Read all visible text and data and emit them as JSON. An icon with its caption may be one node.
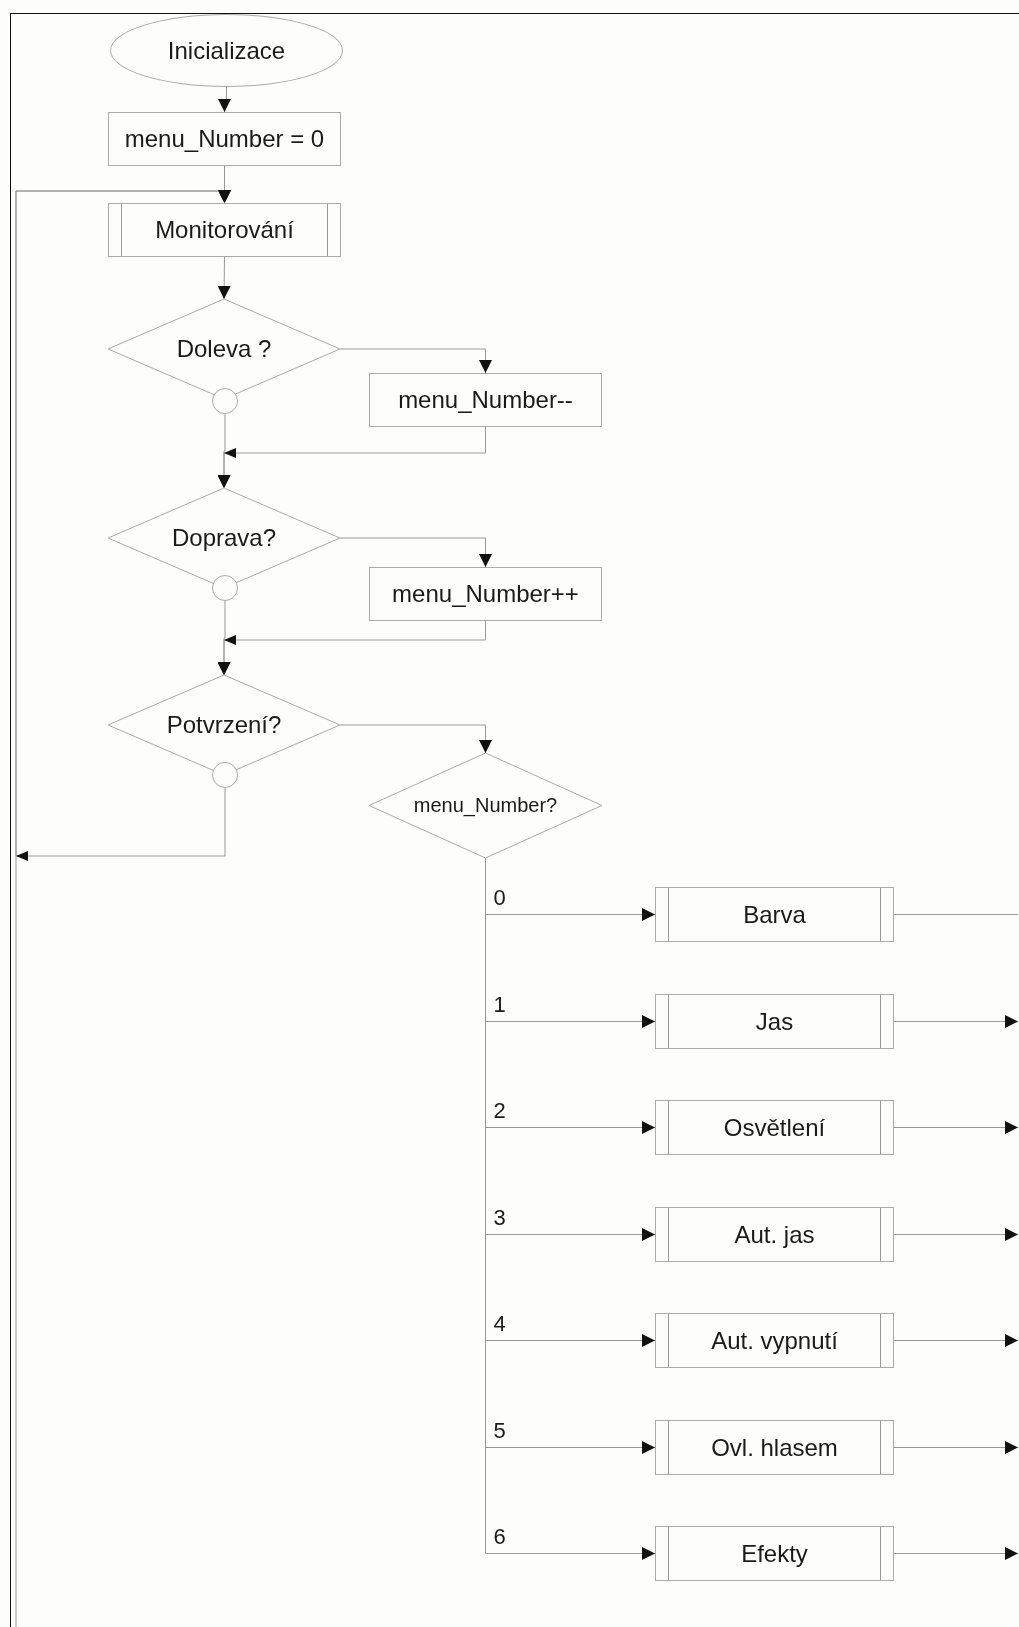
{
  "diagram": {
    "nodes": [
      {
        "text": [
          "Inicializace"
        ]
      },
      {
        "text": [
          "menu_Number = 0"
        ]
      },
      {
        "text": [
          "Monitorování"
        ]
      },
      {
        "text": [
          "Doleva ?"
        ]
      },
      {
        "text": [
          "menu_Number--"
        ]
      },
      {
        "text": [],
        "shape": "circle"
      },
      {
        "text": [
          "Doprava?"
        ]
      },
      {
        "text": [
          "menu_Number++"
        ]
      },
      {
        "text": [],
        "shape": "circle"
      },
      {
        "text": [
          "Potvrzení?"
        ]
      },
      {
        "text": [
          "menu_Number?"
        ]
      },
      {
        "text": [],
        "shape": "circle"
      },
      {
        "text": [
          "Barva"
        ]
      },
      {
        "text": [
          "Jas"
        ]
      },
      {
        "text": [
          "Osvětlení"
        ]
      },
      {
        "text": [
          "Aut. jas"
        ]
      },
      {
        "text": [
          "Aut. vypnutí"
        ]
      },
      {
        "text": [
          "Ovl. hlasem"
        ]
      },
      {
        "text": [
          "Efekty"
        ]
      }
    ],
    "edges": [
      {
        "from": 0,
        "to": 1,
        "arrow": "to"
      },
      {
        "from": 1,
        "to": 2,
        "arrow": "to"
      },
      {
        "from": 2,
        "to": 3,
        "arrow": "to"
      },
      {
        "from": 3,
        "to": 4,
        "arrow": "to"
      },
      {
        "from": 5,
        "to": 6,
        "arrow": "to"
      },
      {
        "from": 4,
        "to": 6,
        "arrow": "to"
      },
      {
        "from": 6,
        "to": 7,
        "arrow": "to"
      },
      {
        "from": 8,
        "to": 9,
        "arrow": "to"
      },
      {
        "from": 7,
        "to": 9,
        "arrow": "to"
      },
      {
        "from": 9,
        "to": 10,
        "arrow": "to"
      },
      {
        "from": 11,
        "to": 2,
        "arrow": "to"
      },
      {
        "from": null,
        "to": 2,
        "arrow": "to"
      },
      {
        "from": 10,
        "to": 12,
        "arrow": "to",
        "label": "0"
      },
      {
        "from": 10,
        "to": 13,
        "arrow": "to",
        "label": "1"
      },
      {
        "from": 10,
        "to": 14,
        "arrow": "to",
        "label": "2"
      },
      {
        "from": 10,
        "to": 15,
        "arrow": "to",
        "label": "3"
      },
      {
        "from": 10,
        "to": 16,
        "arrow": "to",
        "label": "4"
      },
      {
        "from": 10,
        "to": 17,
        "arrow": "to",
        "label": "5"
      },
      {
        "from": 10,
        "to": 18,
        "arrow": "to",
        "label": "6"
      },
      {
        "from": 12,
        "to": null,
        "arrow": "none"
      },
      {
        "from": 13,
        "to": null,
        "arrow": "to"
      },
      {
        "from": 14,
        "to": null,
        "arrow": "to"
      },
      {
        "from": 15,
        "to": null,
        "arrow": "to"
      },
      {
        "from": 16,
        "to": null,
        "arrow": "to"
      },
      {
        "from": 17,
        "to": null,
        "arrow": "to"
      },
      {
        "from": 18,
        "to": null,
        "arrow": "to"
      }
    ]
  }
}
